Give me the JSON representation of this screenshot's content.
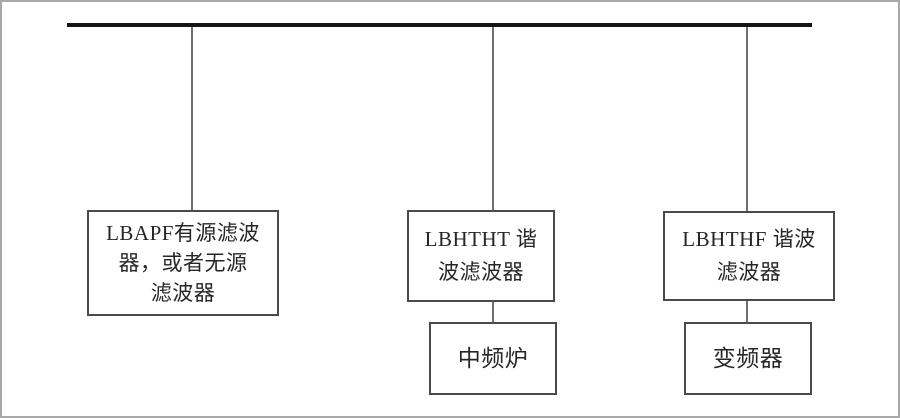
{
  "diagram": {
    "type": "block-diagram",
    "description_visible_elements": "power bus with three filter branches",
    "boxes": {
      "filter_left": {
        "full_label": "LBAPF有源滤波器，或者无源滤波器",
        "lines": [
          "LBAPF有源滤波",
          "器，或者无源",
          "滤波器"
        ]
      },
      "filter_mid": {
        "full_label": "LBHTHT 谐波滤波器",
        "lines": [
          "LBHTHT 谐",
          "波滤波器"
        ]
      },
      "filter_right": {
        "full_label": "LBHTHF 谐波滤波器",
        "lines": [
          "LBHTHF 谐波",
          "滤波器"
        ]
      },
      "furnace": {
        "label": "中频炉"
      },
      "inverter": {
        "label": "变频器"
      }
    },
    "connections": [
      "bus -> filter_left",
      "bus -> filter_mid",
      "bus -> filter_right",
      "filter_mid -> furnace",
      "filter_right -> inverter"
    ],
    "colors": {
      "bus_line": "#141414",
      "connector_line": "#6f6f6f",
      "box_border": "#4a4a4a",
      "text": "#262626",
      "background": "#ffffff",
      "frame_border": "#a8a8a8"
    }
  }
}
